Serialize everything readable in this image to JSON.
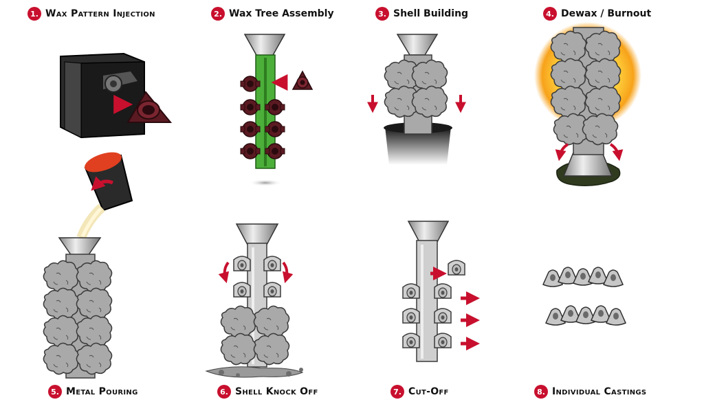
{
  "steps": [
    {
      "num": "1.",
      "title": "Wax Pattern Injection"
    },
    {
      "num": "2.",
      "title": "Wax Tree Assembly"
    },
    {
      "num": "3.",
      "title": "Shell Building"
    },
    {
      "num": "4.",
      "title": "Dewax / Burnout"
    },
    {
      "num": "5.",
      "title": "Metal Pouring"
    },
    {
      "num": "6.",
      "title": "Shell Knock Off"
    },
    {
      "num": "7.",
      "title": "Cut-Off"
    },
    {
      "num": "8.",
      "title": "Individual Castings"
    }
  ],
  "colors": {
    "accent": "#c8102e",
    "wax": "#5b1a22",
    "ceramic": "#a9a9a9",
    "metal": "#cfcfcf",
    "sprue_green": "#4caf3a",
    "glow": "#ffcc33"
  }
}
